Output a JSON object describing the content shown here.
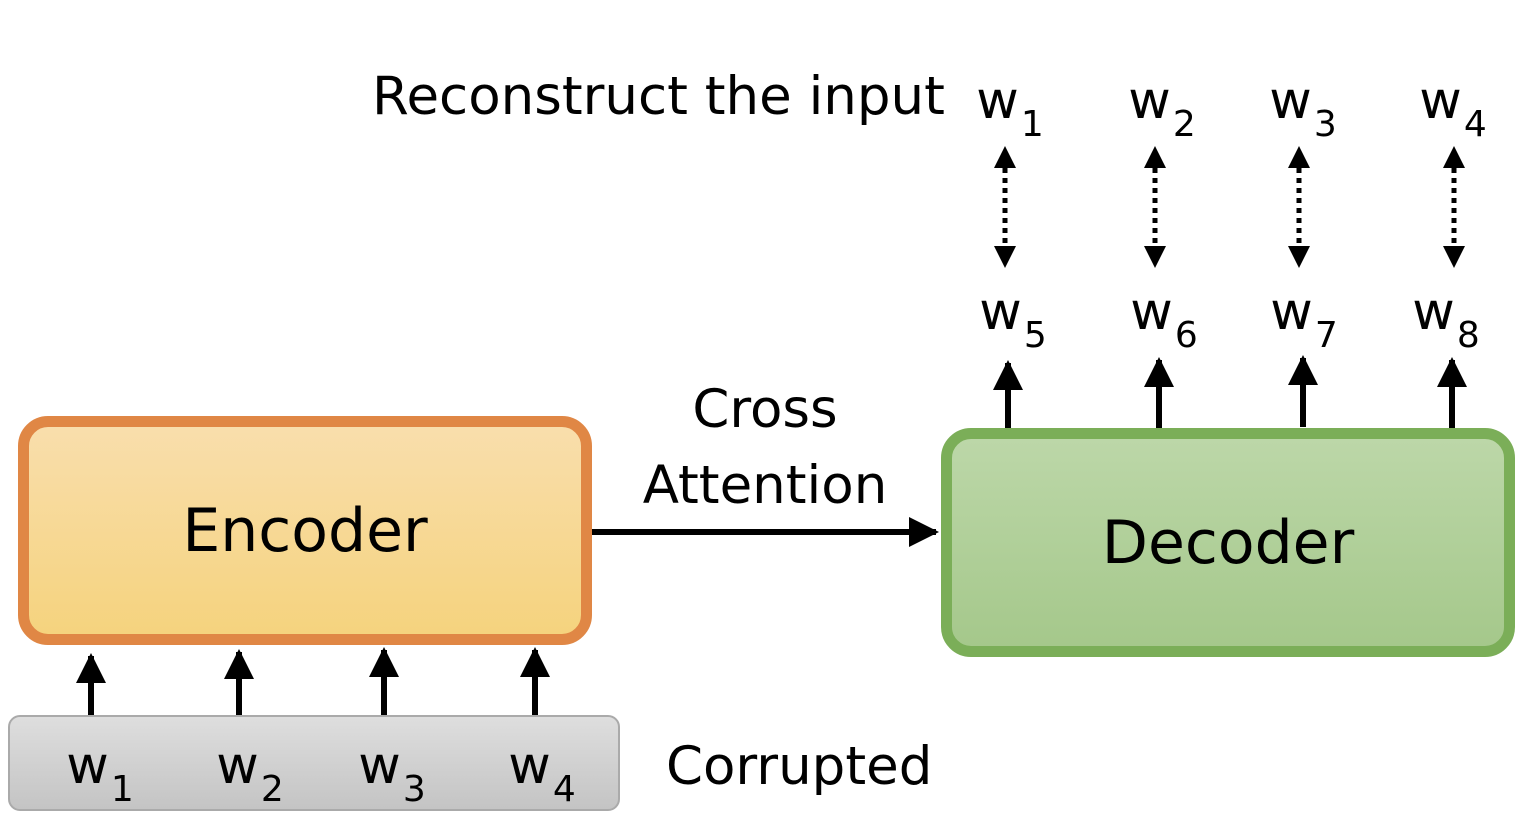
{
  "top_label": "Reconstruct the input",
  "encoder_label": "Encoder",
  "decoder_label": "Decoder",
  "cross_attention": [
    "Cross",
    "Attention"
  ],
  "corrupted_label": "Corrupted",
  "target_tokens": [
    {
      "base": "w",
      "sub": "1"
    },
    {
      "base": "w",
      "sub": "2"
    },
    {
      "base": "w",
      "sub": "3"
    },
    {
      "base": "w",
      "sub": "4"
    }
  ],
  "decoder_outputs": [
    {
      "base": "w",
      "sub": "5"
    },
    {
      "base": "w",
      "sub": "6"
    },
    {
      "base": "w",
      "sub": "7"
    },
    {
      "base": "w",
      "sub": "8"
    }
  ],
  "encoder_inputs": [
    {
      "base": "w",
      "sub": "1"
    },
    {
      "base": "w",
      "sub": "2"
    },
    {
      "base": "w",
      "sub": "3"
    },
    {
      "base": "w",
      "sub": "4"
    }
  ],
  "colors": {
    "encoder_border": "#e08745",
    "encoder_fill": "#f7d794",
    "decoder_border": "#7bae58",
    "decoder_fill": "#b1cf99",
    "tray_fill": "#d1d1d1",
    "arrow": "#000000"
  }
}
